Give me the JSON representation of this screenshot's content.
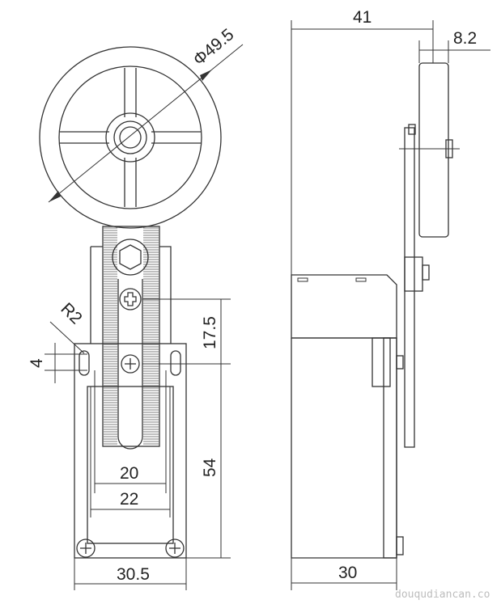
{
  "drawing": {
    "front_view": {
      "wheel_diameter_label": "Φ49.5",
      "radius_label": "R2",
      "slot_height_label": "4",
      "screw_spacing_label": "17.5",
      "body_height_label": "54",
      "inner_width_label_20": "20",
      "inner_width_label_22": "22",
      "base_width_label": "30.5"
    },
    "side_view": {
      "overall_depth_label": "41",
      "wheel_thickness_label": "8.2",
      "body_depth_label": "30"
    },
    "watermark": "douqudiancan.co"
  }
}
